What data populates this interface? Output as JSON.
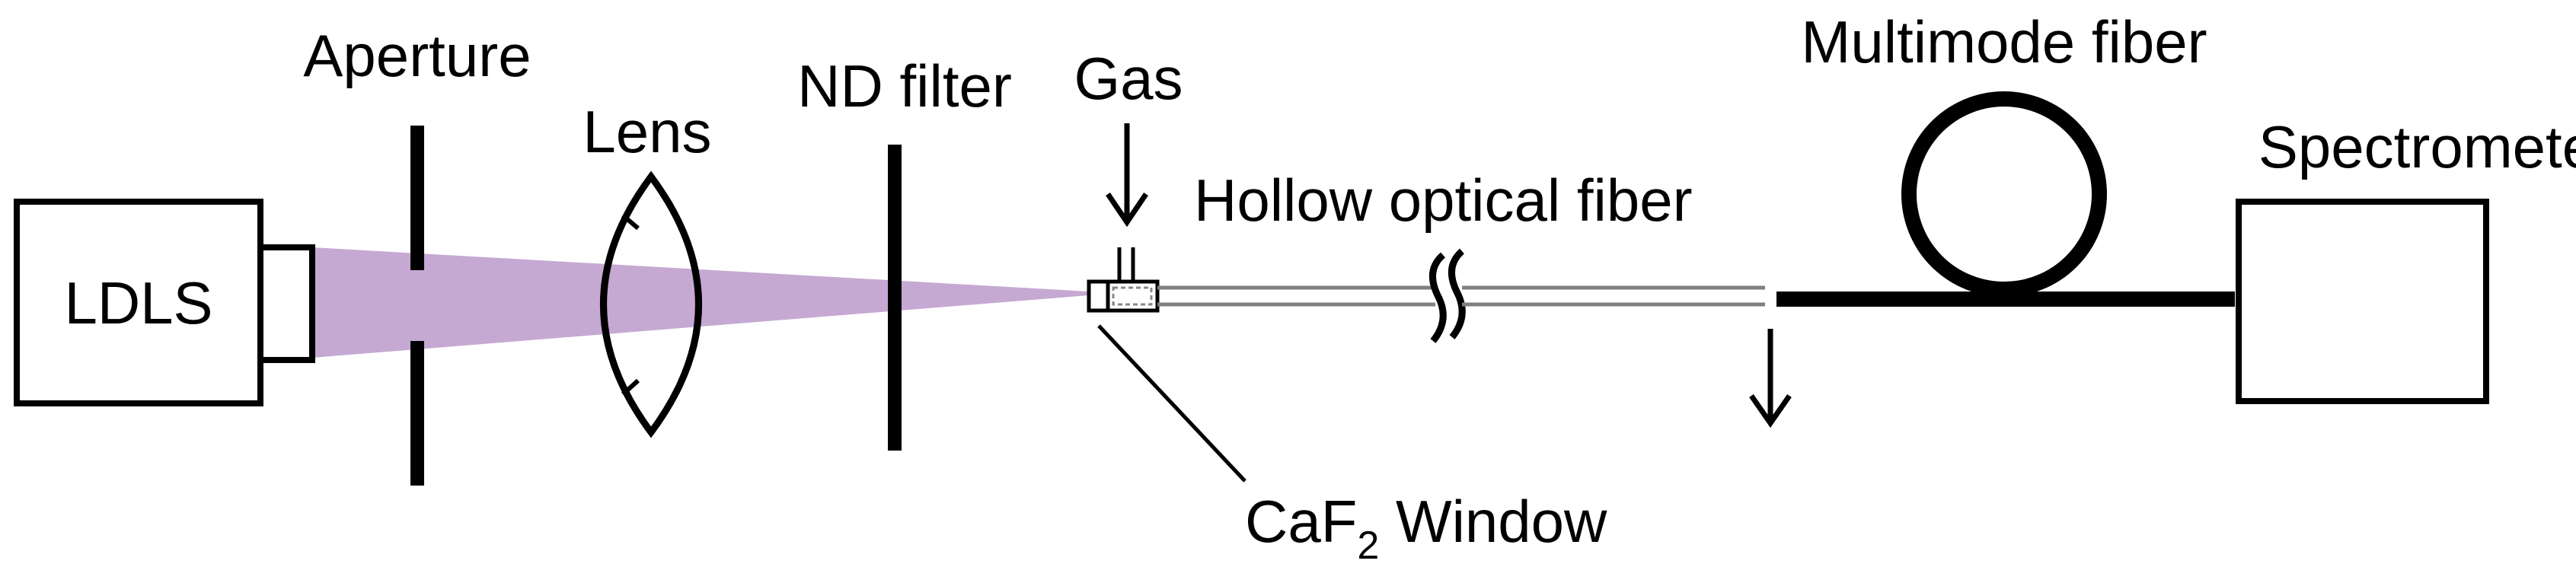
{
  "labels": {
    "aperture": "Aperture",
    "lens": "Lens",
    "nd_filter": "ND filter",
    "gas": "Gas",
    "hollow_fiber": "Hollow optical fiber",
    "multimode_fiber": "Multimode fiber",
    "spectrometer": "Spectrometer",
    "source": "LDLS",
    "window_main": "CaF",
    "window_sub": "2",
    "window_rest": " Window"
  },
  "colors": {
    "beam": "#c5a9d3",
    "line": "#000000",
    "fiber": "#808080"
  }
}
